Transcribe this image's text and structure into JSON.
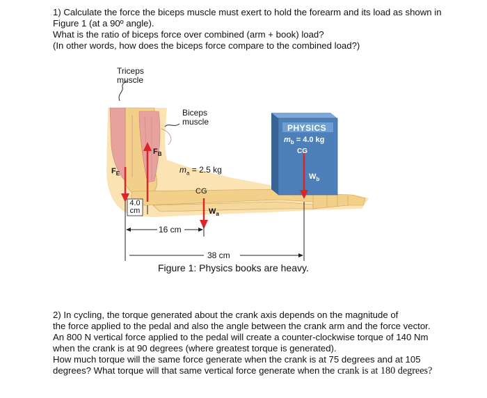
{
  "question1": {
    "lines": [
      "1) Calculate the force the biceps muscle must exert to hold the forearm and its load as shown in",
      "Figure 1 (at a 90º angle).",
      "What is the ratio of biceps force over combined (arm + book) load?",
      "(In other words, how does the biceps force compare to the combined load?)"
    ]
  },
  "figure": {
    "triceps_line1": "Triceps",
    "triceps_line2": "muscle",
    "biceps_line1": "Biceps",
    "biceps_line2": "muscle",
    "f_b": "F",
    "f_b_sub": "B",
    "f_e": "F",
    "f_e_sub": "E",
    "arm_mass": "m",
    "arm_mass_sub": "a",
    "arm_mass_value": " = 2.5 kg",
    "cg_arm": "CG",
    "w_a": "W",
    "w_a_sub": "a",
    "book_title": "PHYSICS",
    "book_mass": "m",
    "book_mass_sub": "b",
    "book_mass_value": " = 4.0 kg",
    "cg_book": "CG",
    "w_b": "W",
    "w_b_sub": "b",
    "dist_4": "4.0",
    "dist_4_unit": "cm",
    "dist_16": "16 cm",
    "dist_38": "38 cm",
    "caption": "Figure 1: Physics books are heavy."
  },
  "question2": {
    "lines": [
      "2) In cycling, the torque generated about the crank axis depends on the magnitude of",
      "the force applied to the pedal and also the angle between the crank arm and the force vector.",
      "An 800 N vertical force applied to the pedal will create a counter-clockwise torque of 140 Nm",
      "when the crank is at 90 degrees (where greatest torque is generated).",
      "How much torque will the same force generate when the crank is at 75 degrees and at 105"
    ],
    "last_line_start": "degrees? What torque will that same vertical force generate when the ",
    "last_line_end": "crank is at 180 degrees?"
  },
  "colors": {
    "arrow_red": "#d9262b",
    "book_blue": "#4d80b9",
    "muscle_pink": "#e7a29e",
    "bone": "#f3d08a"
  }
}
